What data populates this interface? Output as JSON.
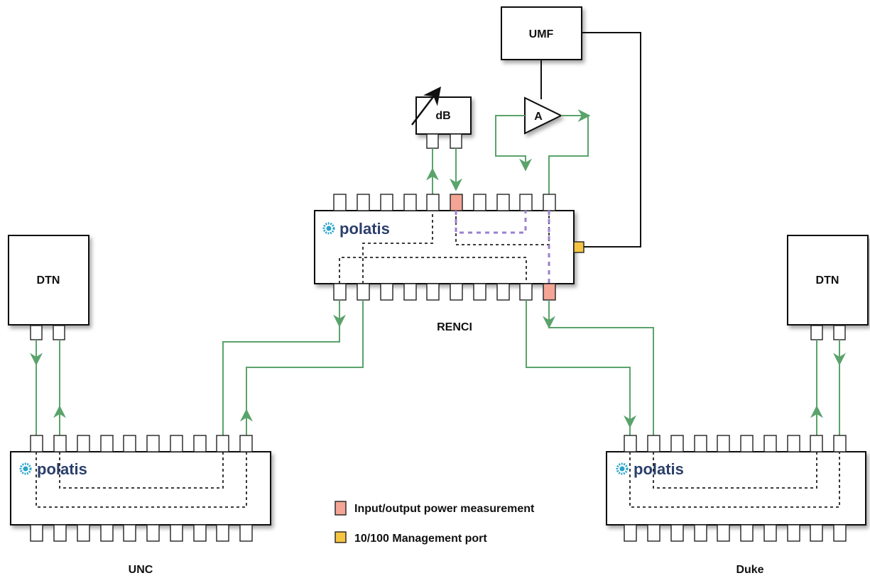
{
  "labels": {
    "umf": "UMF",
    "db": "dB",
    "amp": "A",
    "dtn_left": "DTN",
    "dtn_right": "DTN",
    "renci": "RENCI",
    "unc": "UNC",
    "duke": "Duke"
  },
  "brand": {
    "name": "polatis",
    "text_color": "#2b3f6b",
    "logo_color": "#2aa3c9"
  },
  "legend": {
    "measurement": "Input/output power measurement",
    "management": "10/100 Management port"
  },
  "colors": {
    "fiber": "#5aa36b",
    "measurement_port": "#f4a595",
    "management_port": "#f5c542",
    "purple_path": "#9b7fcf"
  }
}
